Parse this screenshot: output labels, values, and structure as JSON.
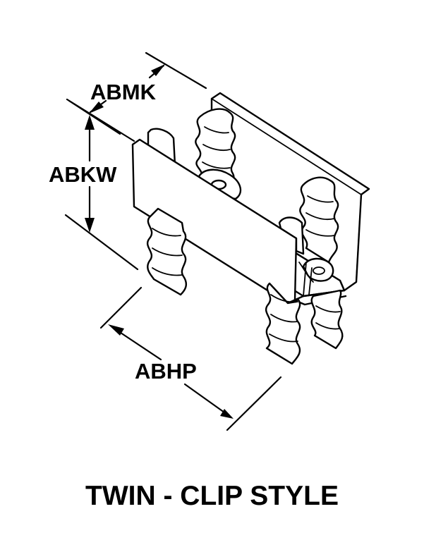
{
  "dimensions": {
    "abmk": "ABMK",
    "abkw": "ABKW",
    "abhp": "ABHP"
  },
  "caption": "TWIN - CLIP STYLE"
}
